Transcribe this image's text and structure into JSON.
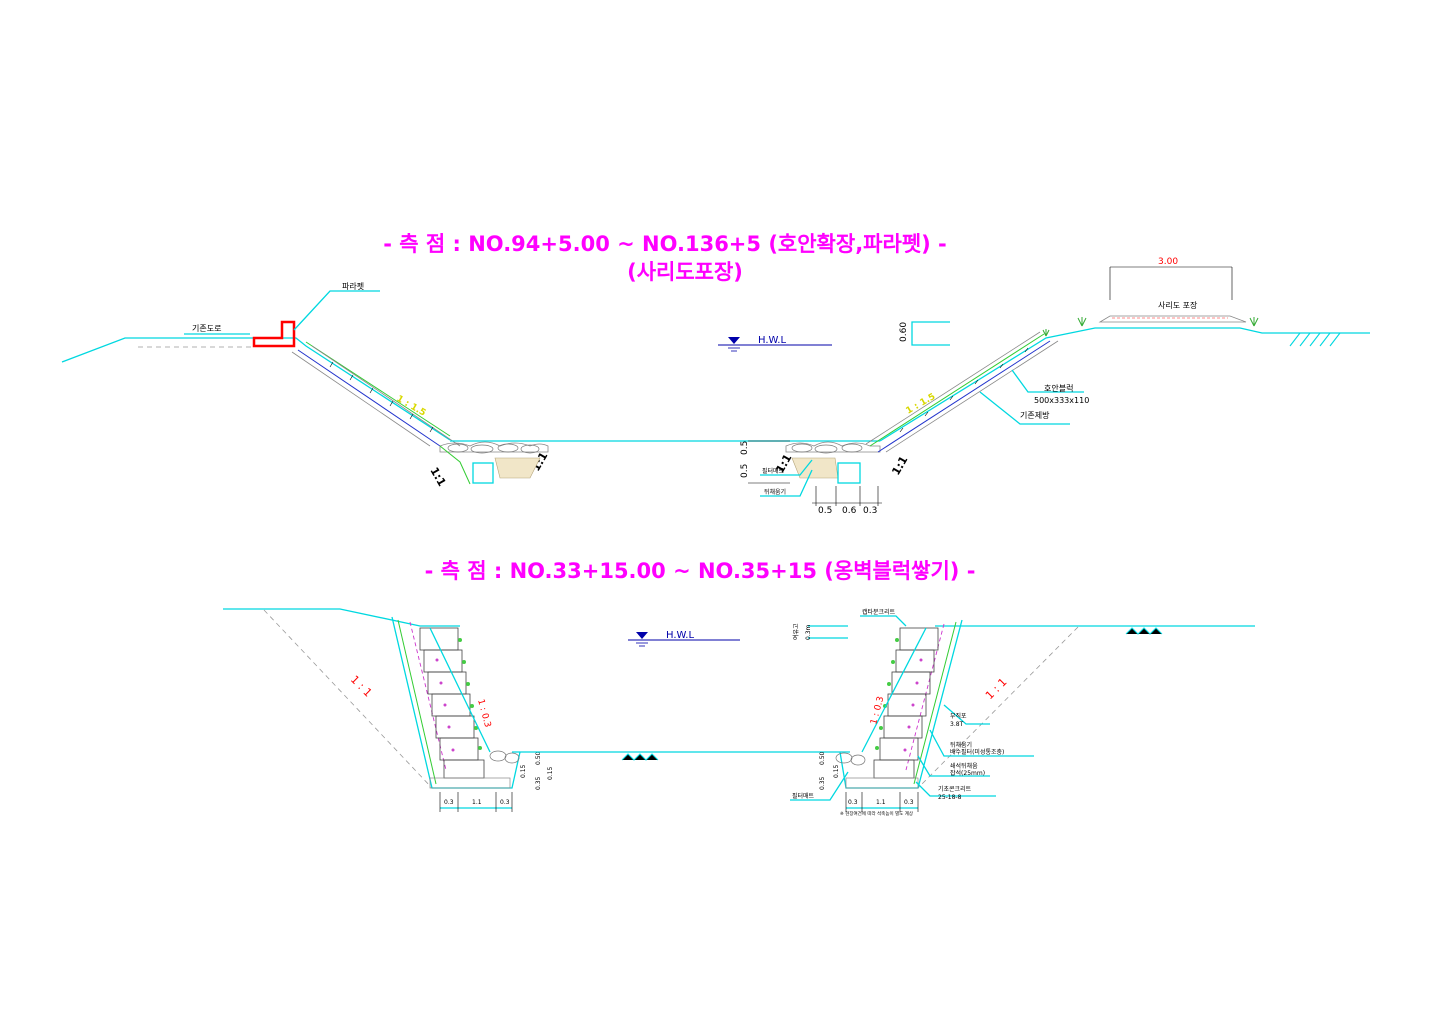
{
  "section1": {
    "title_line1": "- 측 점 : NO.94+5.00 ~ NO.136+5 (호안확장,파라펫) -",
    "title_line2": "(사리도포장)",
    "labels": {
      "parapet": "파라펫",
      "existing_road": "기존도로",
      "hwl": "H.W.L",
      "width_dim": "3.00",
      "gravel_pavement": "사리도 포장",
      "height_dim": "0.60",
      "revetment_block": "호안블럭",
      "block_size": "500x333x110",
      "existing_levee": "기존제방",
      "filter_mat": "필터매트",
      "backfill": "뒤채움기",
      "slope_1_1": "1:1",
      "slope_1_15": "1 : 1.5",
      "dim_05": "0.5",
      "dim_06": "0.6",
      "dim_03": "0.3"
    }
  },
  "section2": {
    "title": "- 측 점 : NO.33+15.00 ~ NO.35+15 (옹벽블럭쌓기) -",
    "labels": {
      "hwl": "H.W.L",
      "slope_1_1": "1 : 1",
      "slope_1_03": "1 : 0.3",
      "freeboard": "여유고",
      "freeboard_val": "0.3m",
      "cap_concrete": "캡타분크리트",
      "nonwoven": "부직포",
      "nonwoven_spec": "3.8T",
      "drain_backfill": "뒤채움기",
      "drain_spec": "배수필터(미성통조충)",
      "crushed_stone": "쇄석뒤채움",
      "crushed_spec": "잡석(25mm)",
      "base_concrete": "기초콘크리트",
      "base_spec": "25-18-8",
      "filter_mat": "필터매트",
      "note": "※ 현장여건에 따라 석축높이 별도 계상",
      "dim_03": "0.3",
      "dim_11": "1.1",
      "dim_050": "0.50",
      "dim_035": "0.35",
      "dim_015": "0.15"
    }
  },
  "colors": {
    "title": "#ff00ff",
    "ground": "#00d8e0",
    "parapet": "#ff0000",
    "block": "#2233cc",
    "vegetation": "#33cc33",
    "mesh": "#cc33cc"
  }
}
